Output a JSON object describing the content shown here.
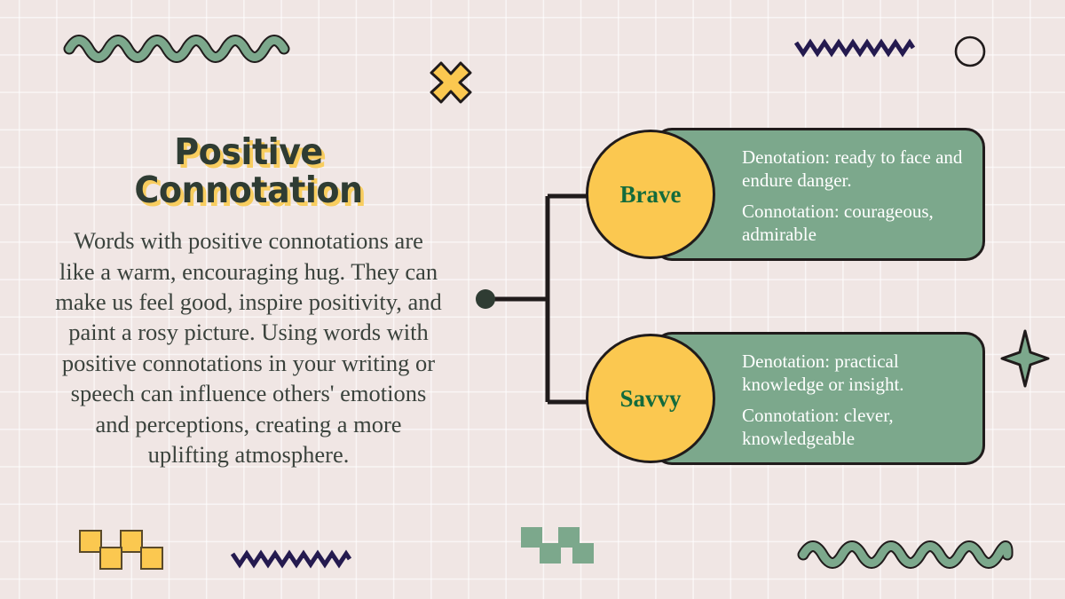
{
  "slide": {
    "background_color": "#f0e6e4",
    "grid_line_color": "#ffffff"
  },
  "left": {
    "title": "Positive Connotation",
    "title_color": "#2f3c33",
    "title_shadow_color": "#f8cd5f",
    "paragraph": "Words with positive connotations are like a warm, encouraging hug. They can make us feel good, inspire positivity, and paint a rosy picture. Using words with positive connotations in your writing or speech can influence others' emotions and perceptions, creating a more uplifting atmosphere."
  },
  "diagram": {
    "node_color": "#2f3c33",
    "line_color": "#201b1b",
    "card_color": "#7ca88c",
    "circle_color": "#fbc850",
    "term_color": "#136b3c",
    "card_text_color": "#ffffff",
    "branches": [
      {
        "term": "Brave",
        "lines": [
          "Denotation: ready to face and endure danger.",
          "Connotation: courageous, admirable"
        ]
      },
      {
        "term": "Savvy",
        "lines": [
          "Denotation: practical knowledge or insight.",
          "Connotation: clever, knowledgeable"
        ]
      }
    ]
  },
  "decorations": [
    {
      "name": "wave-green-top-left",
      "shape": "wavy-line",
      "color": "#7ca88c"
    },
    {
      "name": "cross-yellow-top",
      "shape": "x-cross",
      "color": "#fbc850"
    },
    {
      "name": "zigzag-navy-top-right",
      "shape": "zigzag-line",
      "color": "#241a4f"
    },
    {
      "name": "circle-outline-top-right",
      "shape": "circle",
      "color": "#201b1b"
    },
    {
      "name": "star-green-right",
      "shape": "four-point-star",
      "color": "#7ca88c"
    },
    {
      "name": "squares-yellow-bottom-left",
      "shape": "squares",
      "color": "#fbc850"
    },
    {
      "name": "zigzag-navy-bottom",
      "shape": "zigzag-line",
      "color": "#241a4f"
    },
    {
      "name": "squares-green-bottom",
      "shape": "squares",
      "color": "#7ca88c"
    },
    {
      "name": "wave-green-bottom-right",
      "shape": "wavy-line",
      "color": "#7ca88c"
    }
  ]
}
